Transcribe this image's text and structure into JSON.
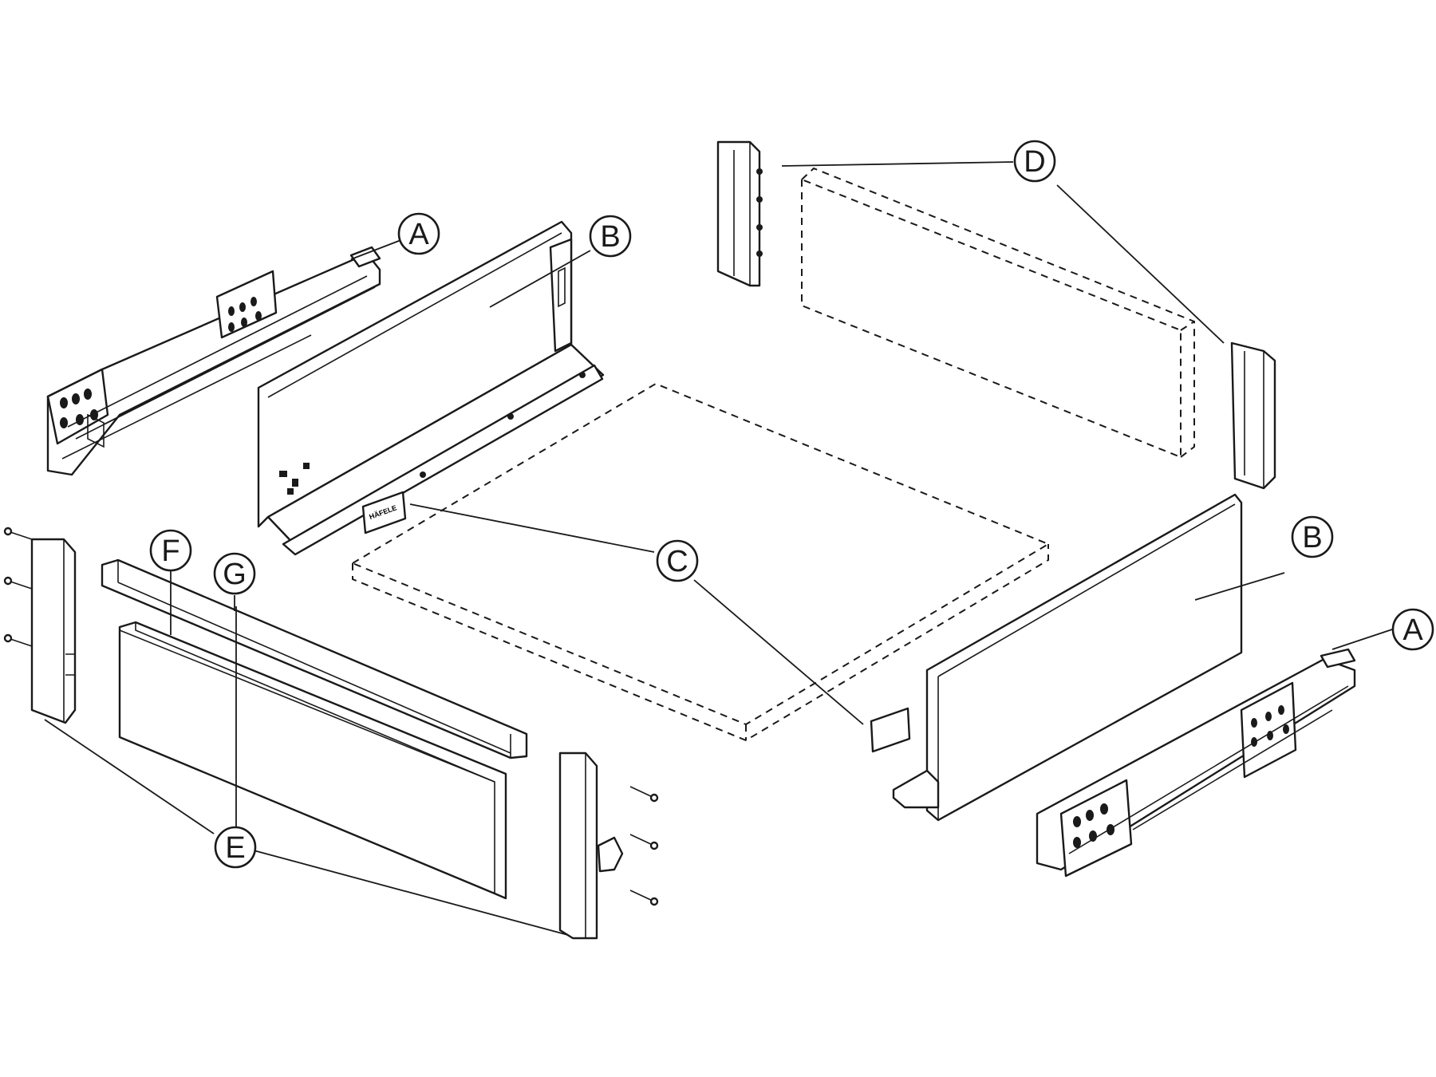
{
  "callouts": {
    "a_left": "A",
    "a_right": "A",
    "b_left": "B",
    "b_right": "B",
    "c": "C",
    "d": "D",
    "e": "E",
    "f": "F",
    "g": "G"
  },
  "labels": {
    "brand_plate": "HÄFELE"
  }
}
